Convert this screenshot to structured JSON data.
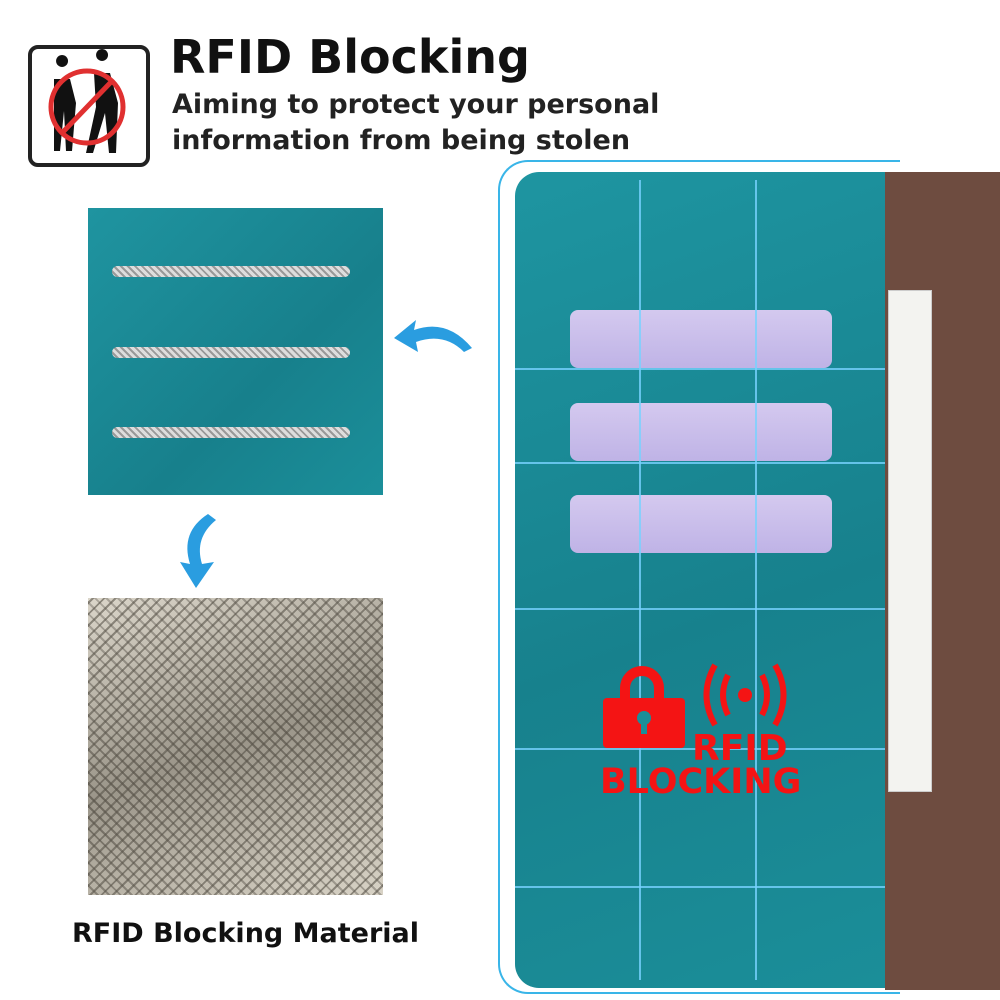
{
  "header": {
    "title": "RFID Blocking",
    "subtitle_line1": "Aiming to protect your personal",
    "subtitle_line2": "information from being stolen",
    "icon": "no-pickpocket-icon"
  },
  "caption": "RFID Blocking Material",
  "logo": {
    "line1": "RFID",
    "line2": "BLOCKING",
    "icon": "padlock-signal-icon",
    "color": "#f41414"
  },
  "colors": {
    "teal": "#1b8e99",
    "brown": "#6e4c40",
    "arrow": "#2a9de0",
    "card": "#c9bdeb"
  }
}
